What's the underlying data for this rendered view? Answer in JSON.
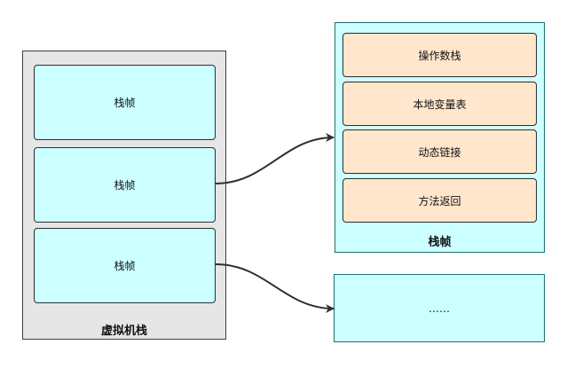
{
  "vm_stack": {
    "label": "虚拟机栈",
    "frames": [
      {
        "label": "栈帧"
      },
      {
        "label": "栈帧"
      },
      {
        "label": "栈帧"
      }
    ]
  },
  "frame_detail": {
    "label": "栈帧",
    "items": [
      {
        "label": "操作数栈"
      },
      {
        "label": "本地变量表"
      },
      {
        "label": "动态链接"
      },
      {
        "label": "方法返回"
      }
    ]
  },
  "next_box": {
    "label": "……"
  },
  "colors": {
    "stack_bg": "#e6e6e6",
    "frame_bg": "#ccffff",
    "item_bg": "#ffe6cc",
    "stroke": "#2e2e2e"
  }
}
